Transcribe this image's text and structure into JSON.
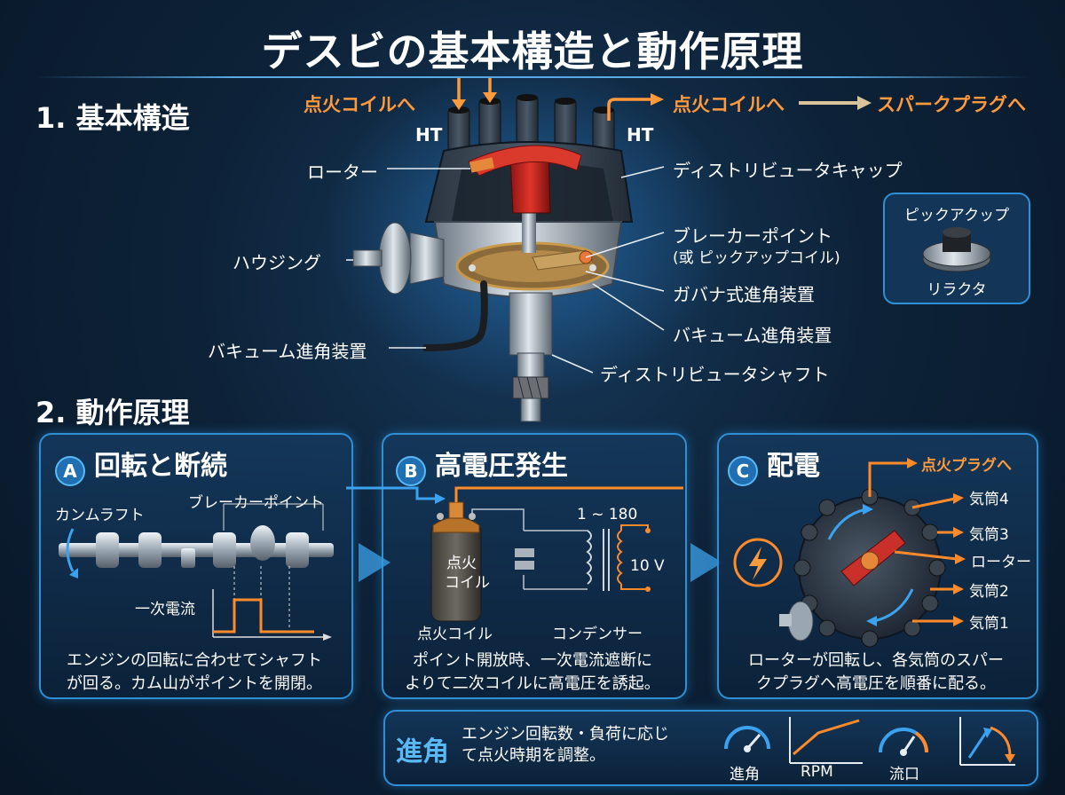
{
  "title": "デスビの基本構造と動作原理",
  "section1": "1. 基本構造",
  "section2": "2. 動作原理",
  "structure": {
    "coil_in": "点火コイルへ",
    "coil_out": "点火コイルへ",
    "plug_out": "スパークプラグへ",
    "ht_left": "HT",
    "ht_right": "HT",
    "rotor": "ローター",
    "cap": "ディストリビュータキャップ",
    "breaker": "ブレーカーポイント",
    "breaker_alt": "(或 ピックアップコイル)",
    "housing": "ハウジング",
    "governor": "ガバナ式進角装置",
    "vacuum_right": "バキューム進角装置",
    "vacuum_left": "バキューム進角装置",
    "shaft": "ディストリビュータシャフト"
  },
  "pickup_box": {
    "title": "ピックアクップ",
    "sub": "リラクタ"
  },
  "panel_a": {
    "badge": "A",
    "title": "回転と断続",
    "camshaft": "カンムラフト",
    "breaker": "ブレーカーポイント",
    "current": "一次電流",
    "desc1": "エンジンの回転に合わせてシャフト",
    "desc2": "が回る。カム山がポイントを開閉。"
  },
  "panel_b": {
    "badge": "B",
    "title": "高電圧発生",
    "coil_line1": "点火",
    "coil_line2": "コイル",
    "ratio": "1 ~ 180",
    "volt": "10 V",
    "coil_label": "点火コイル",
    "condenser": "コンデンサー",
    "desc1": "ポイント開放時、一次電流遮断に",
    "desc2": "よりて二次コイルに高電圧を誘起。"
  },
  "panel_c": {
    "badge": "C",
    "title": "配電",
    "plug": "点火プラグへ",
    "cyl4": "気筒4",
    "cyl3": "気筒3",
    "rotor": "ローター",
    "cyl2": "気筒2",
    "cyl1": "気筒1",
    "desc1": "ローターが回転し、各気筒のスパー",
    "desc2": "クプラグへ高電圧を順番に配る。"
  },
  "advance": {
    "title": "進角",
    "desc1": "エンジン回転数・負荷に応じ",
    "desc2": "て点火時期を調整。",
    "icon1": "進角",
    "icon2": "RPM",
    "icon3": "流口"
  }
}
